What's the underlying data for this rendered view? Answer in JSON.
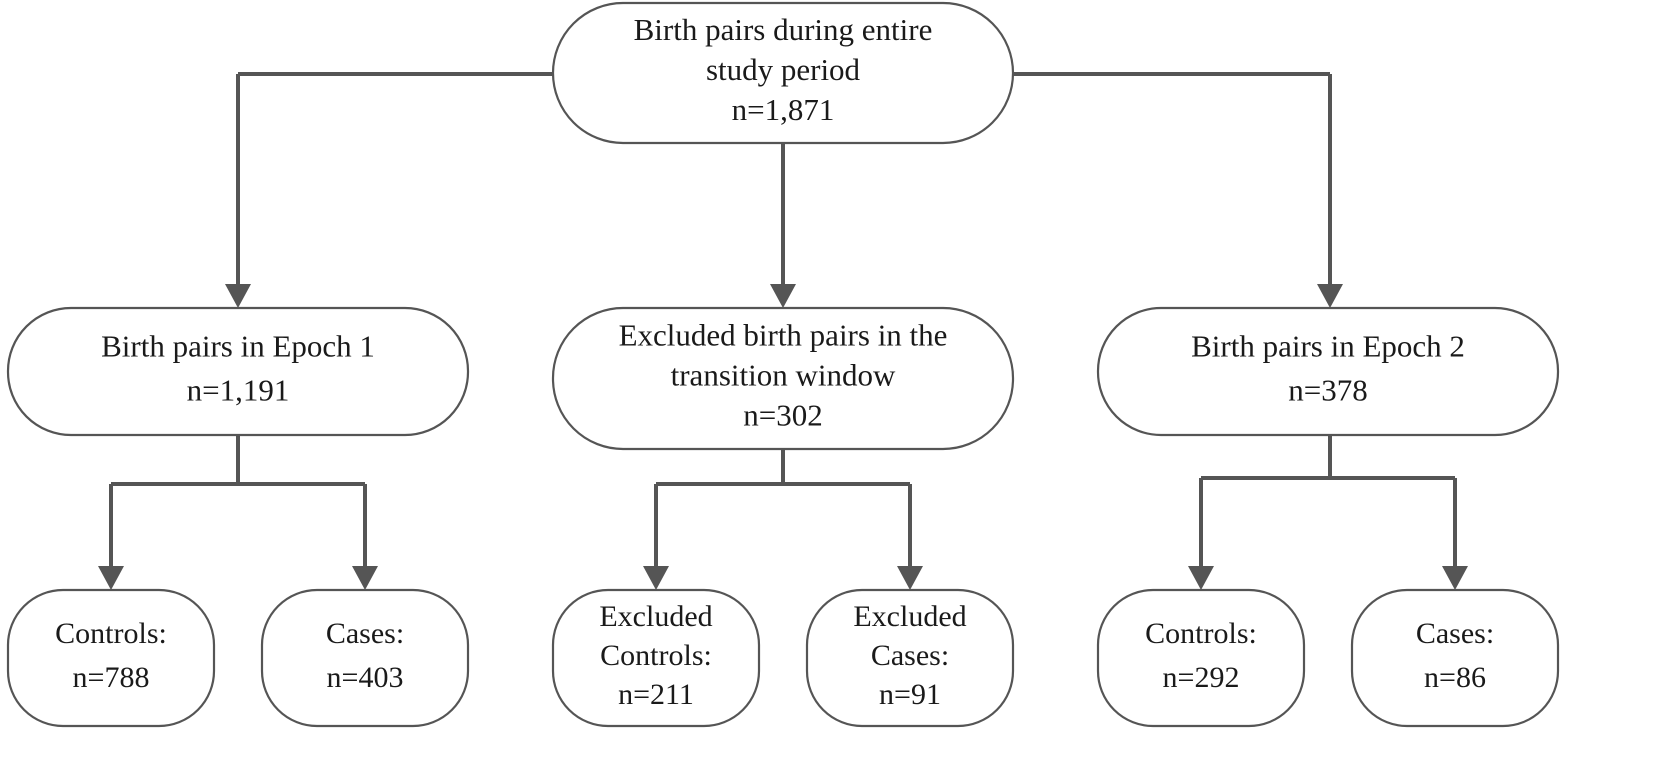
{
  "colors": {
    "stroke": "#555555",
    "text": "#1a1a1a",
    "background": "#ffffff"
  },
  "nodes": {
    "root": {
      "lines": [
        "Birth pairs during entire",
        "study period",
        "n=1,871"
      ]
    },
    "epoch1": {
      "lines": [
        "Birth pairs in Epoch 1",
        "n=1,191"
      ]
    },
    "excluded": {
      "lines": [
        "Excluded birth pairs in the",
        "transition window",
        "n=302"
      ]
    },
    "epoch2": {
      "lines": [
        "Birth pairs in Epoch 2",
        "n=378"
      ]
    },
    "epoch1_controls": {
      "lines": [
        "Controls:",
        "n=788"
      ]
    },
    "epoch1_cases": {
      "lines": [
        "Cases:",
        "n=403"
      ]
    },
    "excluded_controls": {
      "lines": [
        "Excluded",
        "Controls:",
        "n=211"
      ]
    },
    "excluded_cases": {
      "lines": [
        "Excluded",
        "Cases:",
        "n=91"
      ]
    },
    "epoch2_controls": {
      "lines": [
        "Controls:",
        "n=292"
      ]
    },
    "epoch2_cases": {
      "lines": [
        "Cases:",
        "n=86"
      ]
    }
  }
}
